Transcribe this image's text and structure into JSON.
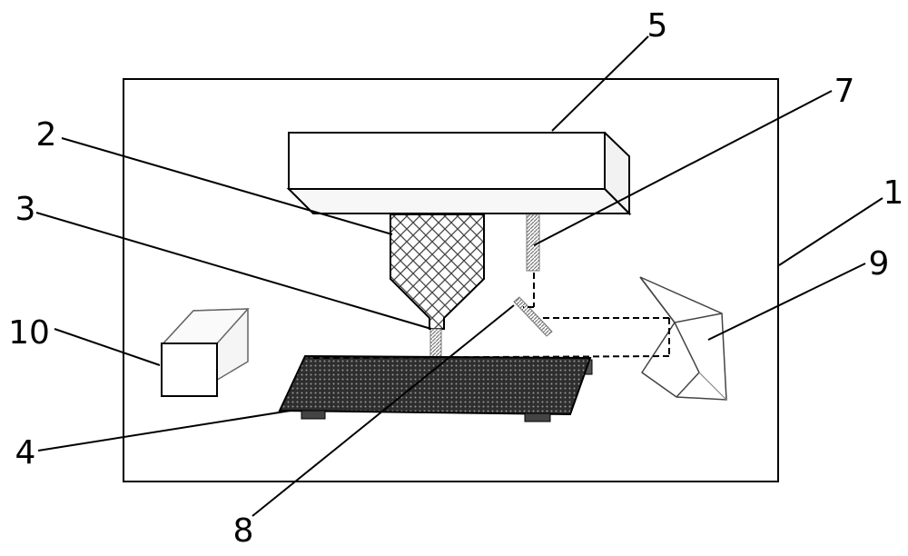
{
  "labels": {
    "l1": "1",
    "l2": "2",
    "l3": "3",
    "l4": "4",
    "l5": "5",
    "l7": "7",
    "l8": "8",
    "l9": "9",
    "l10": "10"
  },
  "colors": {
    "stroke": "#000000",
    "background": "#ffffff",
    "platform": "#333333",
    "side_face": "#f2f2f2",
    "laser_beam": "#000000"
  }
}
